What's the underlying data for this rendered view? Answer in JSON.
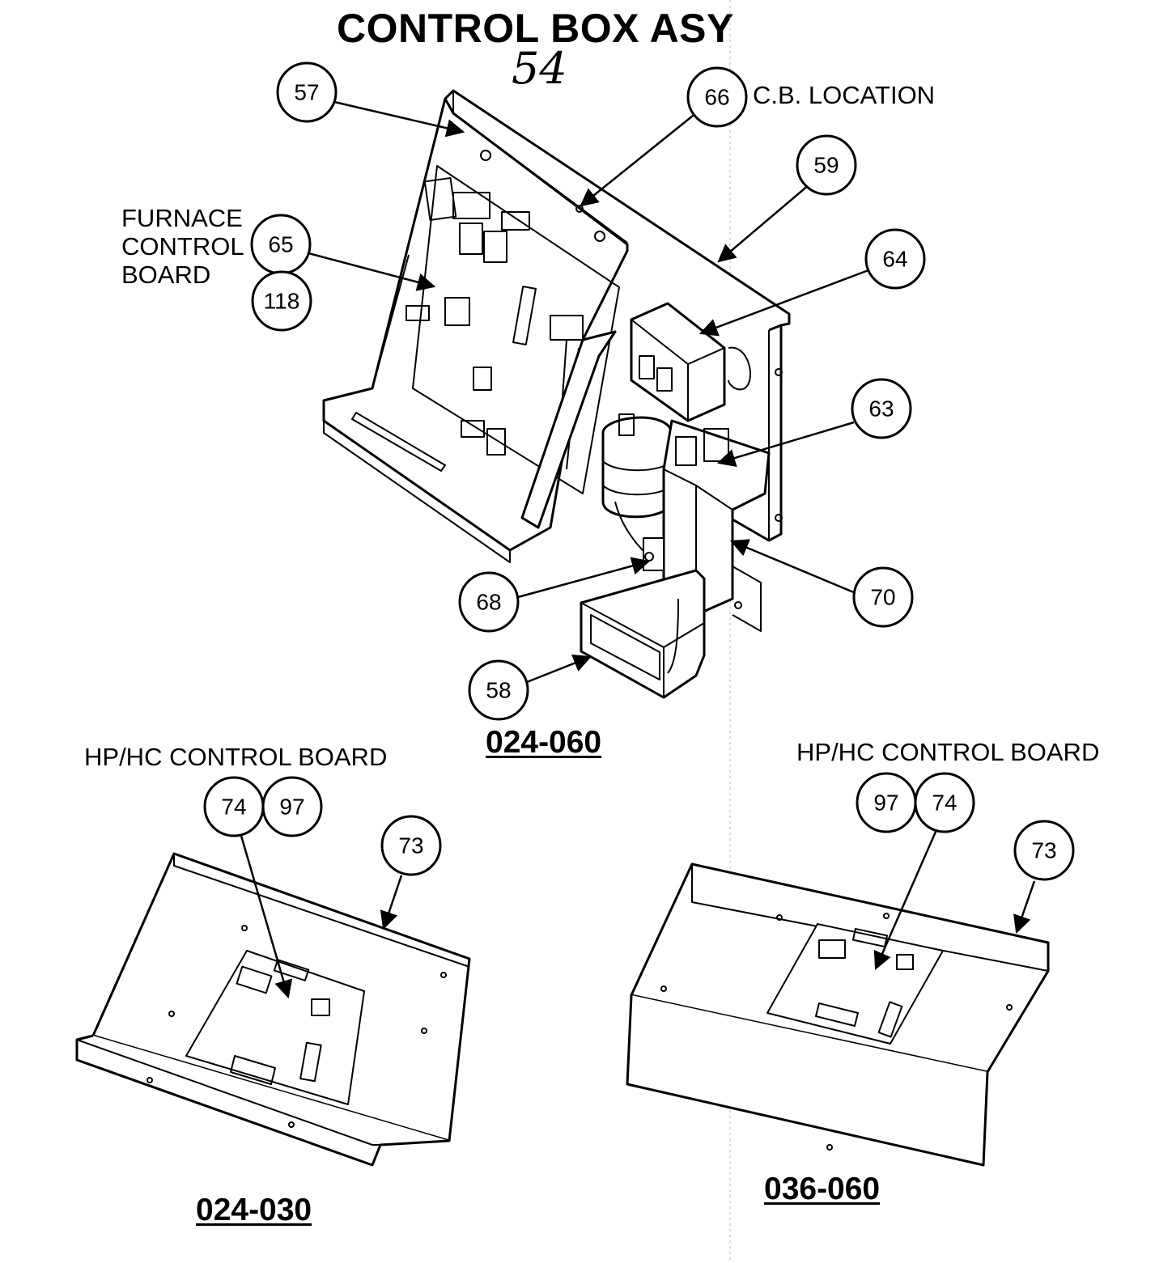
{
  "title": "CONTROL BOX ASY",
  "handwritten_number": "54",
  "labels": {
    "cb_location": "C.B. LOCATION",
    "furnace_control_board": "FURNACE\nCONTROL\nBOARD",
    "hp_hc_left": "HP/HC CONTROL BOARD",
    "hp_hc_right": "HP/HC CONTROL BOARD"
  },
  "models": {
    "main": "024-060",
    "left": "024-030",
    "right": "036-060"
  },
  "callouts": {
    "c57": "57",
    "c66": "66",
    "c59": "59",
    "c65": "65",
    "c118": "118",
    "c64": "64",
    "c63": "63",
    "c70": "70",
    "c68": "68",
    "c58": "58",
    "c74_left": "74",
    "c97_left": "97",
    "c73_left": "73",
    "c97_right": "97",
    "c74_right": "74",
    "c73_right": "73"
  }
}
